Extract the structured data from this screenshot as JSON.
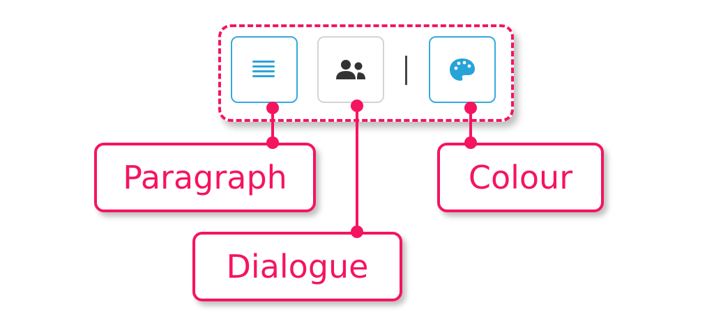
{
  "accent_color": "#f5145f",
  "toolbar": {
    "buttons": [
      {
        "icon": "paragraph-icon",
        "color": "#35a9dc"
      },
      {
        "icon": "dialogue-icon",
        "color": "#333333"
      },
      {
        "icon": "palette-icon",
        "color": "#27a3d8"
      }
    ]
  },
  "labels": {
    "paragraph": "Paragraph",
    "dialogue": "Dialogue",
    "colour": "Colour"
  }
}
